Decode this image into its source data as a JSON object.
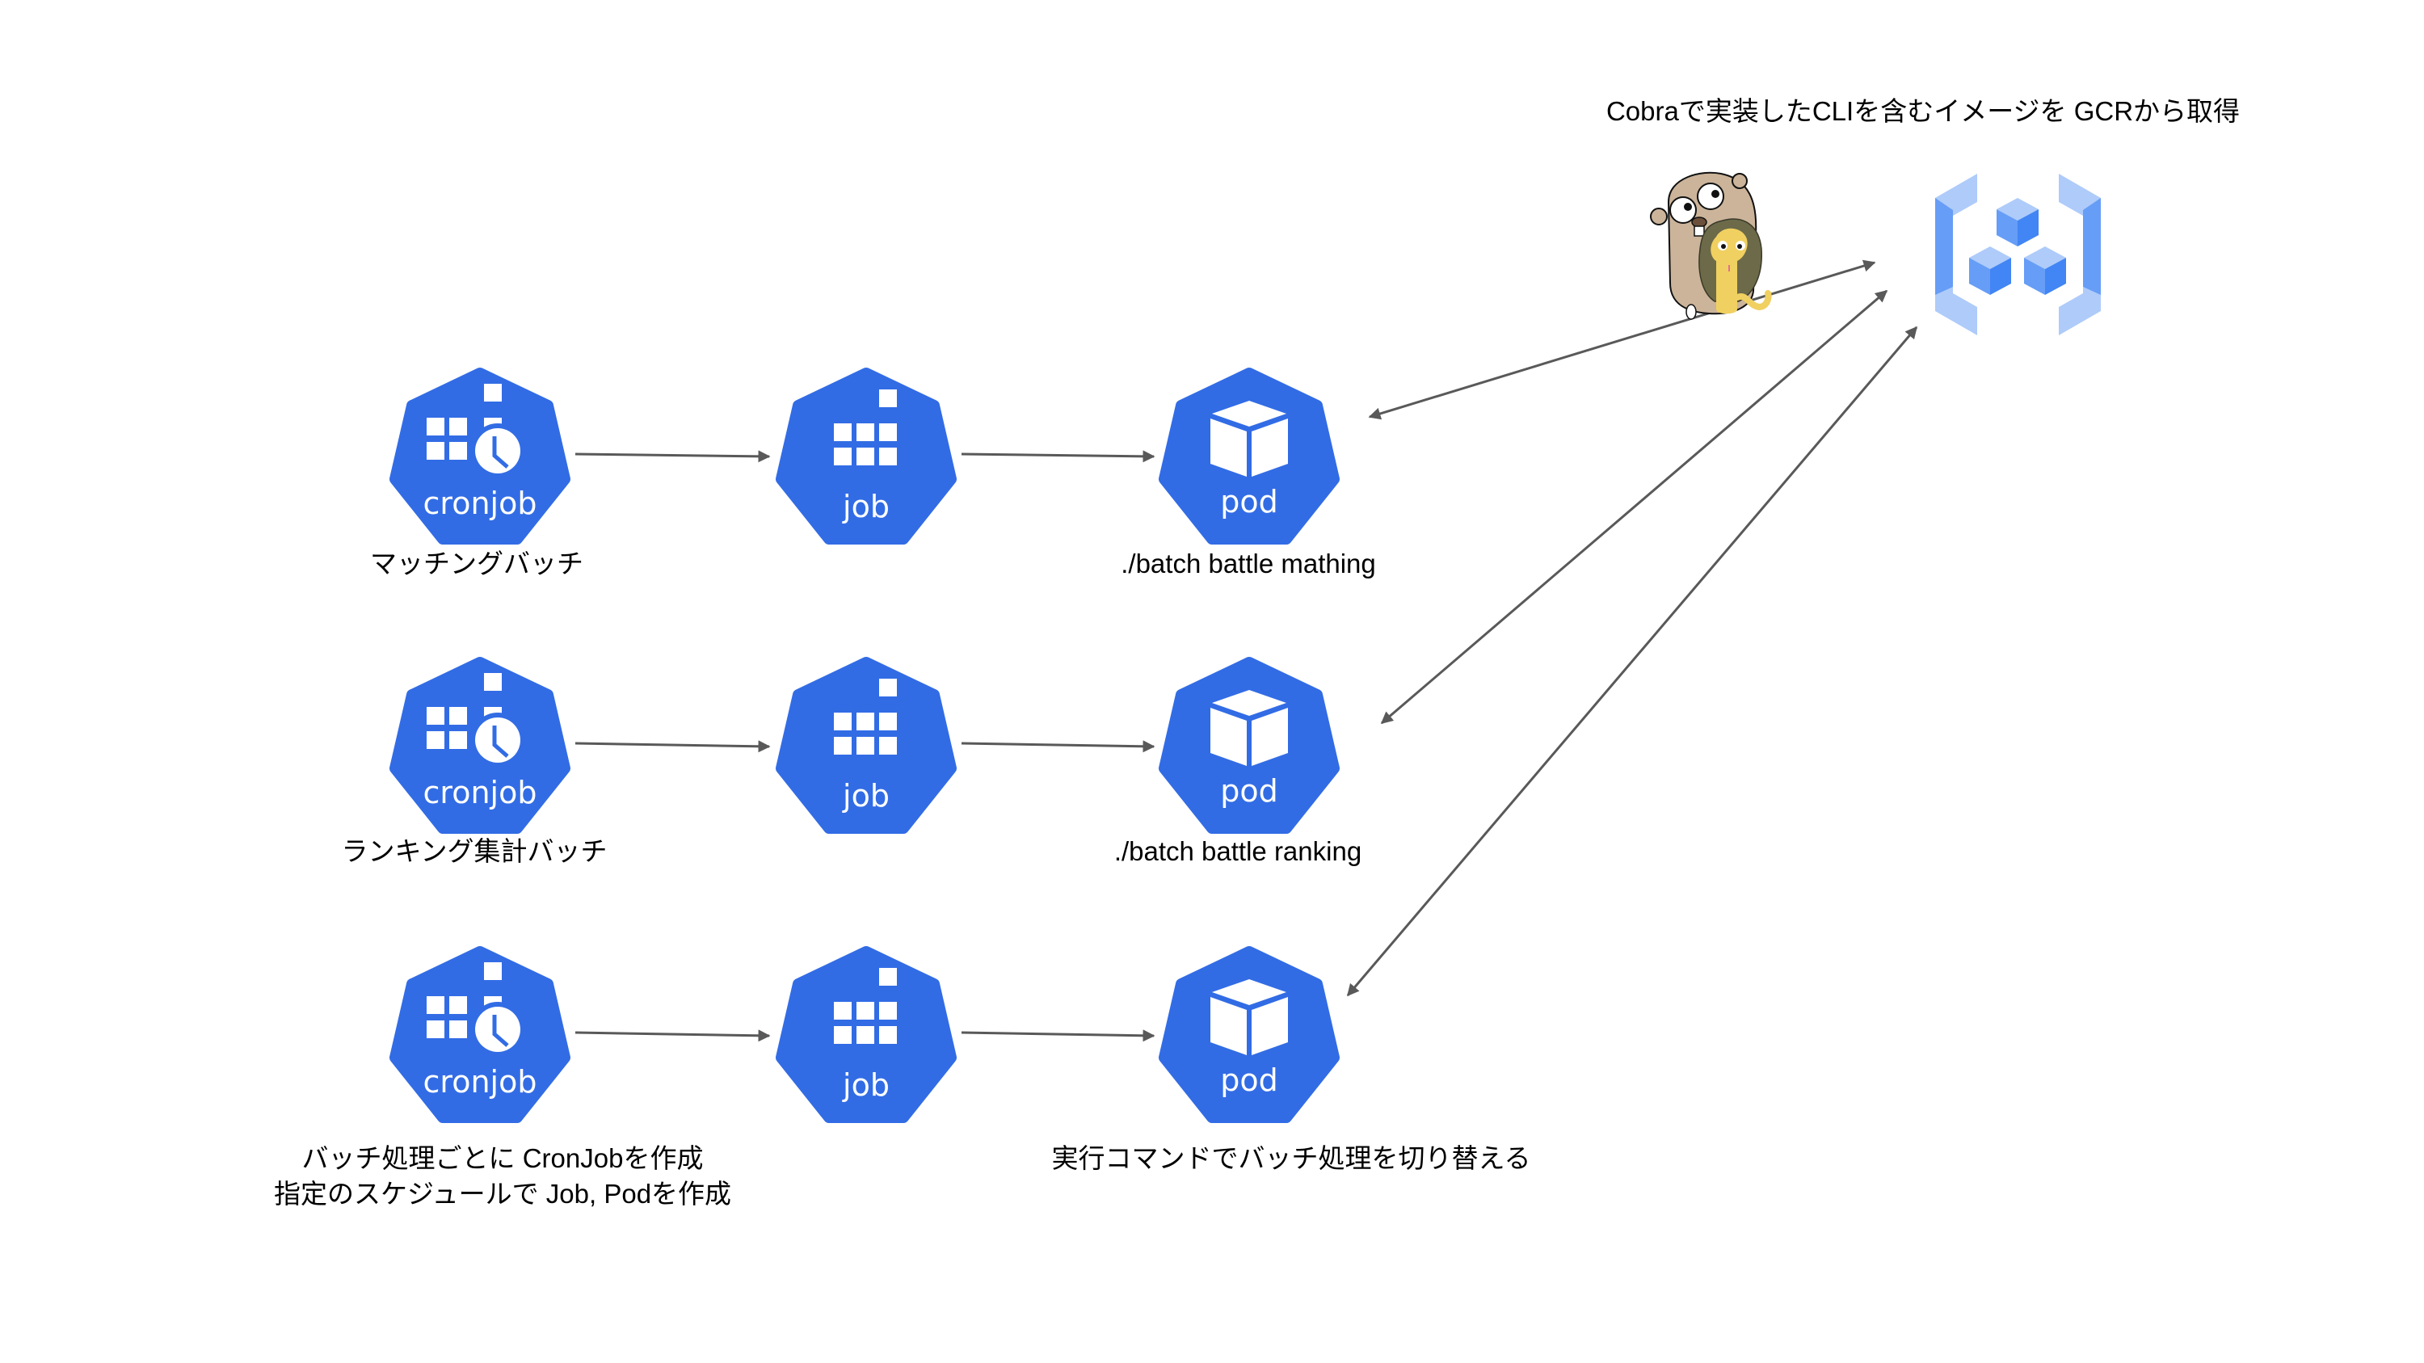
{
  "title": "Cobraで実装したCLIを含むイメージを GCRから取得",
  "colors": {
    "k8s_blue": "#326CE5",
    "arrow_gray": "#595959",
    "gcr_light": "#AECBFA",
    "gcr_mid": "#669DF6",
    "gcr_dark": "#4285F4"
  },
  "registry": {
    "name": "Google Container Registry",
    "icon": "gcr-icon",
    "mascots": [
      "go-gopher",
      "cobra-snake"
    ]
  },
  "rows": [
    {
      "cronjob_label": "cronjob",
      "job_label": "job",
      "pod_label": "pod",
      "batch_name": "マッチングバッチ",
      "command": "./batch battle mathing"
    },
    {
      "cronjob_label": "cronjob",
      "job_label": "job",
      "pod_label": "pod",
      "batch_name": "ランキング集計バッチ",
      "command": "./batch battle ranking"
    },
    {
      "cronjob_label": "cronjob",
      "job_label": "job",
      "pod_label": "pod",
      "batch_name_lines": [
        "バッチ処理ごとに CronJobを作成",
        "指定のスケジュールで Job, Podを作成"
      ],
      "command": "実行コマンドでバッチ処理を切り替える"
    }
  ]
}
